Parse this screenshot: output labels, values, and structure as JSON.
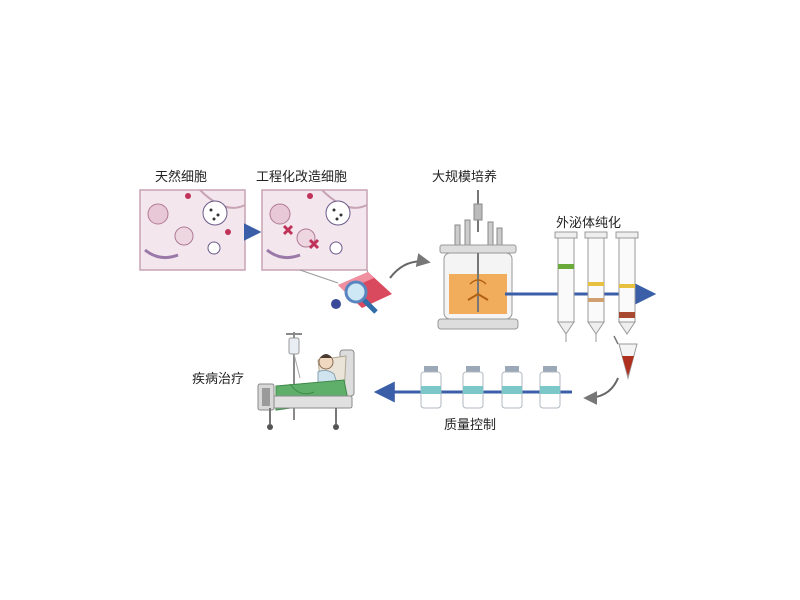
{
  "steps": {
    "natural_cells": "天然细胞",
    "engineered_cells": "工程化改造细胞",
    "large_scale_culture": "大规模培养",
    "exosome_purification": "外泌体纯化",
    "quality_control": "质量控制",
    "disease_treatment": "疾病治疗"
  },
  "colors": {
    "flow_arrow": "#3a5fa8",
    "cell_panel_bg": "#f3e6ec",
    "cell_border": "#c7a3b4",
    "reactor_fluid": "#f0a040",
    "sheet_green": "#5fae6a",
    "vial_band": "#7cc7c7"
  }
}
